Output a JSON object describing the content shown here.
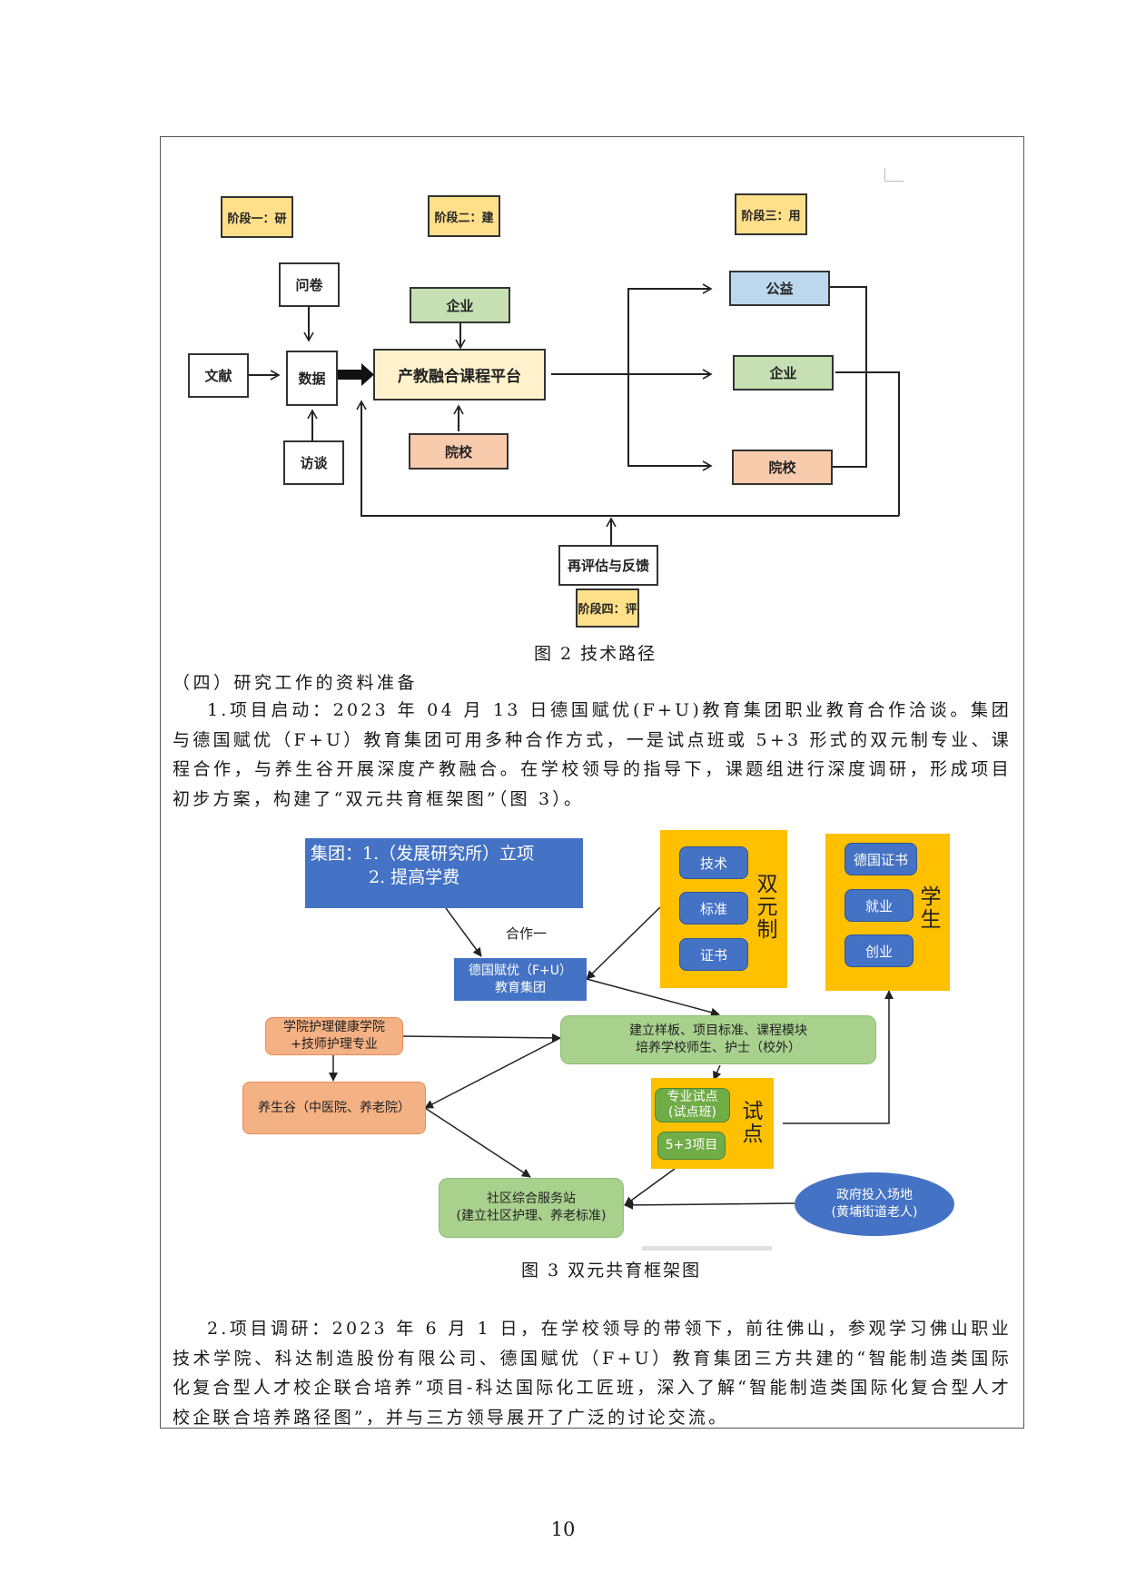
{
  "figure2": {
    "stages": {
      "stage1": "阶段一：研",
      "stage2": "阶段二：建",
      "stage3": "阶段三：用",
      "stage4": "阶段四：评"
    },
    "nodes": {
      "questionnaire": "问卷",
      "literature": "文献",
      "data": "数据",
      "interview": "访谈",
      "enterprise_top": "企业",
      "platform": "产教融合课程平台",
      "school_bottom": "院校",
      "public_welfare": "公益",
      "enterprise_right": "企业",
      "school_right": "院校",
      "feedback": "再评估与反馈"
    },
    "caption": "图 2  技术路径"
  },
  "section_heading": "（四）研究工作的资料准备",
  "paragraph1": "1.项目启动：2023 年 04 月 13 日德国赋优(F+U)教育集团职业教育合作洽谈。集团与德国赋优（F+U）教育集团可用多种合作方式，一是试点班或 5+3 形式的双元制专业、课程合作，与养生谷开展深度产教融合。在学校领导的指导下，课题组进行深度调研，形成项目初步方案，构建了“双元共育框架图”（图 3）。",
  "figure3": {
    "group_box": {
      "line1": "集团：1.（发展研究所）立项",
      "line2": "2.   提高学费"
    },
    "cooperation_label": "合作一",
    "fu_group": {
      "line1": "德国赋优（F+U）",
      "line2": "教育集团"
    },
    "dual_system": {
      "label": "双元制",
      "items": [
        "技术",
        "标准",
        "证书"
      ]
    },
    "student": {
      "label": "学生",
      "items": [
        "德国证书",
        "就业",
        "创业"
      ]
    },
    "college": {
      "line1": "学院护理健康学院",
      "line2": "+技师护理专业"
    },
    "template_box": {
      "line1": "建立样板、项目标准、课程模块",
      "line2": "培养学校师生、护士（校外）"
    },
    "yangsheng": "养生谷（中医院、养老院）",
    "pilot": {
      "label": "试点",
      "item1_line1": "专业试点",
      "item1_line2": "(试点班)",
      "item2": "5+3项目"
    },
    "community": {
      "line1": "社区综合服务站",
      "line2": "(建立社区护理、养老标准)"
    },
    "government": {
      "line1": "政府投入场地",
      "line2": "(黄埔街道老人)"
    },
    "caption": "图 3  双元共育框架图"
  },
  "paragraph2": "2.项目调研：2023 年 6 月 1 日，在学校领导的带领下，前往佛山，参观学习佛山职业技术学院、科达制造股份有限公司、德国赋优（F+U）教育集团三方共建的“智能制造类国际化复合型人才校企联合培养”项目-科达国际化工匠班，深入了解“智能制造类国际化复合型人才校企联合培养路径图”，并与三方领导展开了广泛的讨论交流。",
  "page_number": "10"
}
